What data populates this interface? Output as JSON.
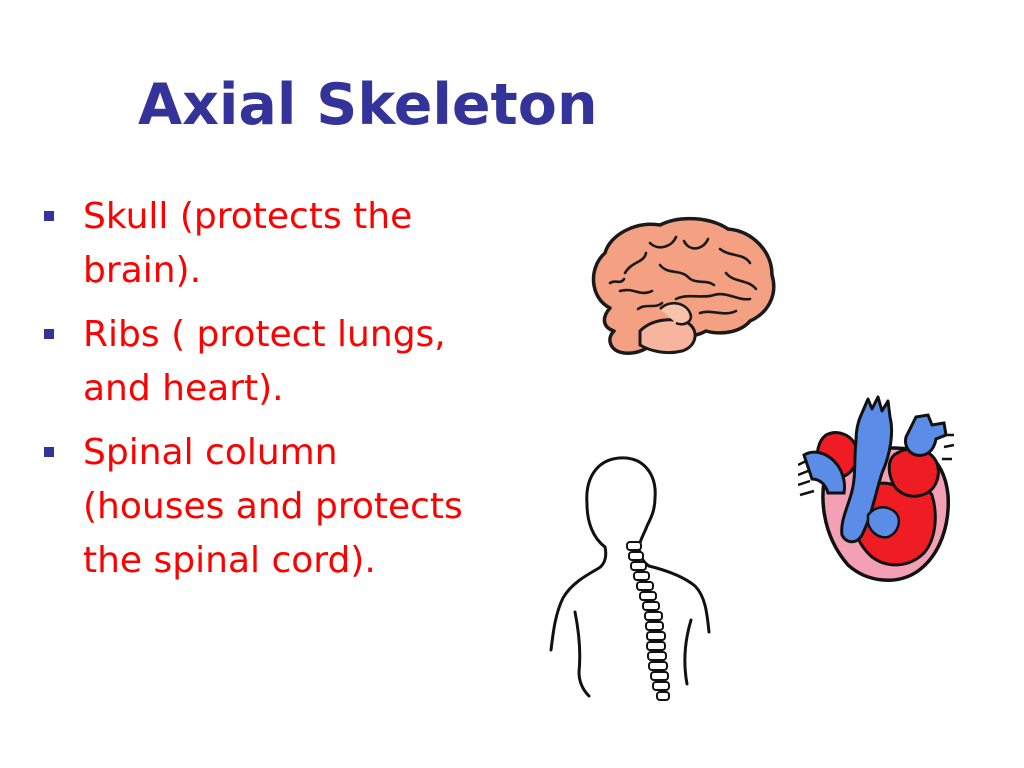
{
  "slide": {
    "title": "Axial Skeleton",
    "colors": {
      "title": "#333399",
      "bullet_text": "#ff0000",
      "bullet_marker": "#333399",
      "background": "#ffffff"
    },
    "bullets": [
      {
        "text": "Skull (protects the brain)."
      },
      {
        "text": "Ribs ( protect lungs, and heart)."
      },
      {
        "text": "Spinal column (houses and protects the spinal cord)."
      }
    ],
    "images": [
      {
        "icon": "brain-icon"
      },
      {
        "icon": "human-spine-icon"
      },
      {
        "icon": "heart-icon"
      }
    ]
  }
}
